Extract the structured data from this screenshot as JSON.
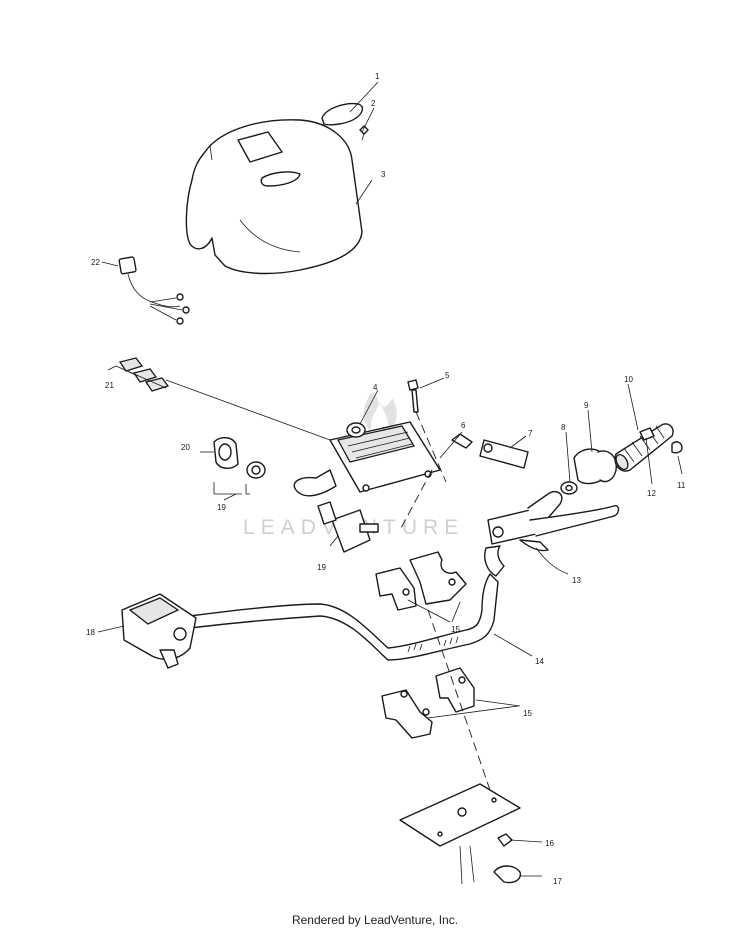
{
  "watermark": "LEADVENTURE",
  "footer": "Rendered by LeadVenture, Inc.",
  "callouts": [
    {
      "id": "1",
      "text": "1"
    },
    {
      "id": "2",
      "text": "2"
    },
    {
      "id": "3",
      "text": "3"
    },
    {
      "id": "4",
      "text": "4"
    },
    {
      "id": "5",
      "text": "5"
    },
    {
      "id": "6",
      "text": "6"
    },
    {
      "id": "7",
      "text": "7"
    },
    {
      "id": "8",
      "text": "8"
    },
    {
      "id": "9",
      "text": "9"
    },
    {
      "id": "10",
      "text": "10"
    },
    {
      "id": "11",
      "text": "11"
    },
    {
      "id": "12",
      "text": "12"
    },
    {
      "id": "13",
      "text": "13"
    },
    {
      "id": "14",
      "text": "14"
    },
    {
      "id": "15a",
      "text": "15"
    },
    {
      "id": "15b",
      "text": "15"
    },
    {
      "id": "16",
      "text": "16"
    },
    {
      "id": "17",
      "text": "17"
    },
    {
      "id": "18",
      "text": "18"
    },
    {
      "id": "19a",
      "text": "19"
    },
    {
      "id": "19b",
      "text": "19"
    },
    {
      "id": "20",
      "text": "20"
    },
    {
      "id": "21",
      "text": "21"
    },
    {
      "id": "22",
      "text": "22"
    }
  ]
}
